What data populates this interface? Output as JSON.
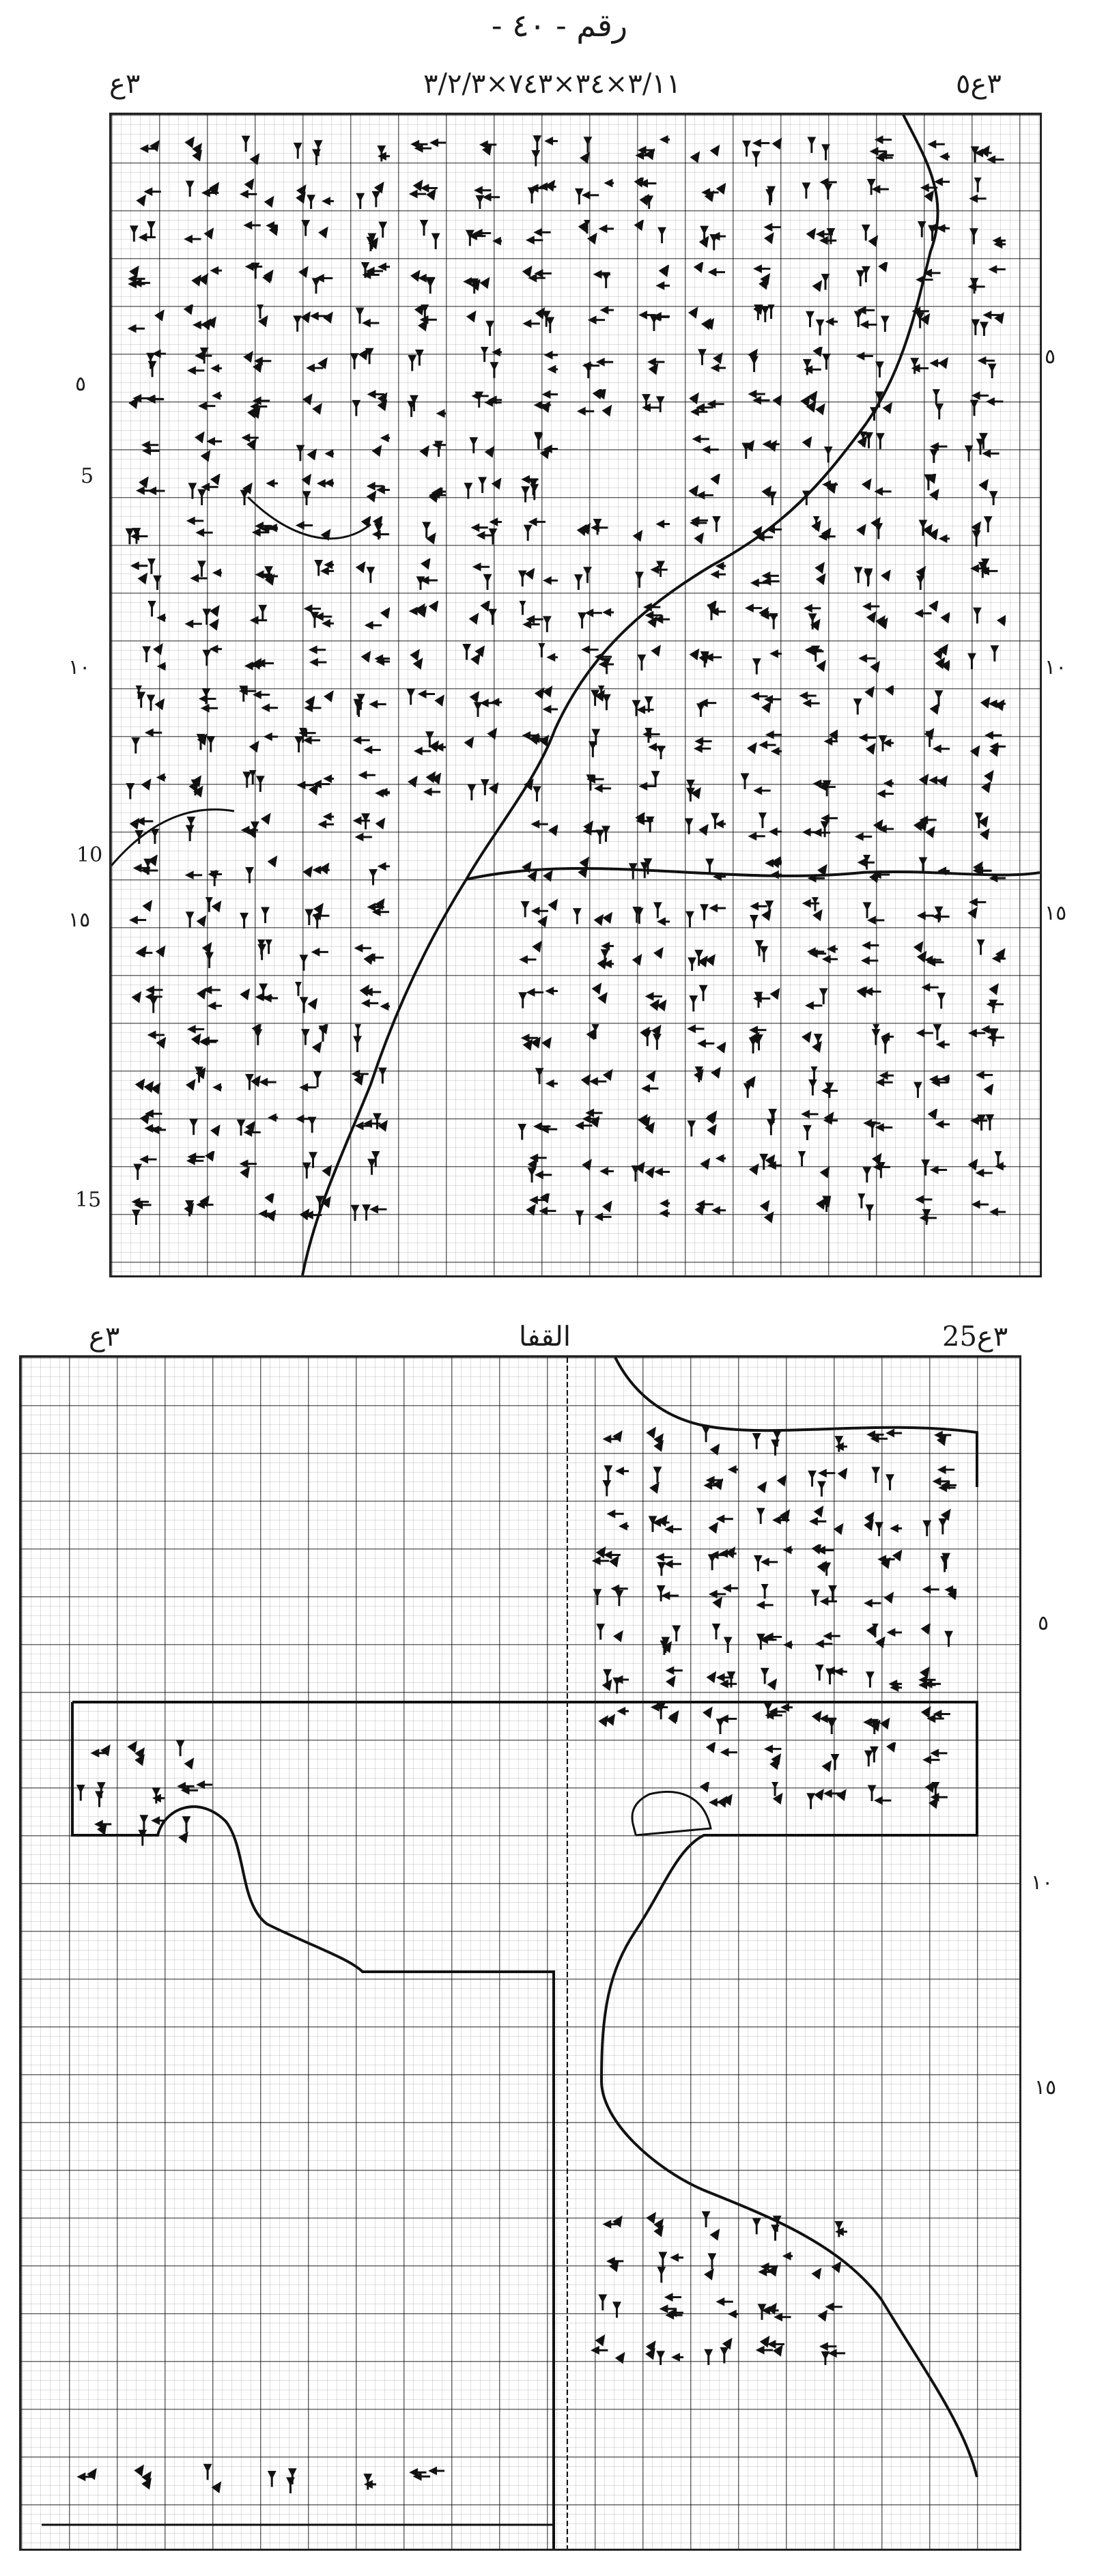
{
  "title": "رقم - ٤٠ -",
  "obverse": {
    "header_left": "٣ع",
    "header_center": "٣/١١×٣٤×٧٤٣×٣/٢/٣",
    "header_right": "٣ع٥",
    "line_numbers_left": [
      "٥",
      "5",
      "١٠",
      "10",
      "١٥",
      "15"
    ],
    "line_numbers_right": [
      "٥",
      "١٠",
      "١٥"
    ]
  },
  "reverse": {
    "header_left": "٣ع",
    "header_center": "القفا",
    "header_right": "٣ع25",
    "line_numbers_right": [
      "٥",
      "١٠",
      "١٥"
    ]
  }
}
